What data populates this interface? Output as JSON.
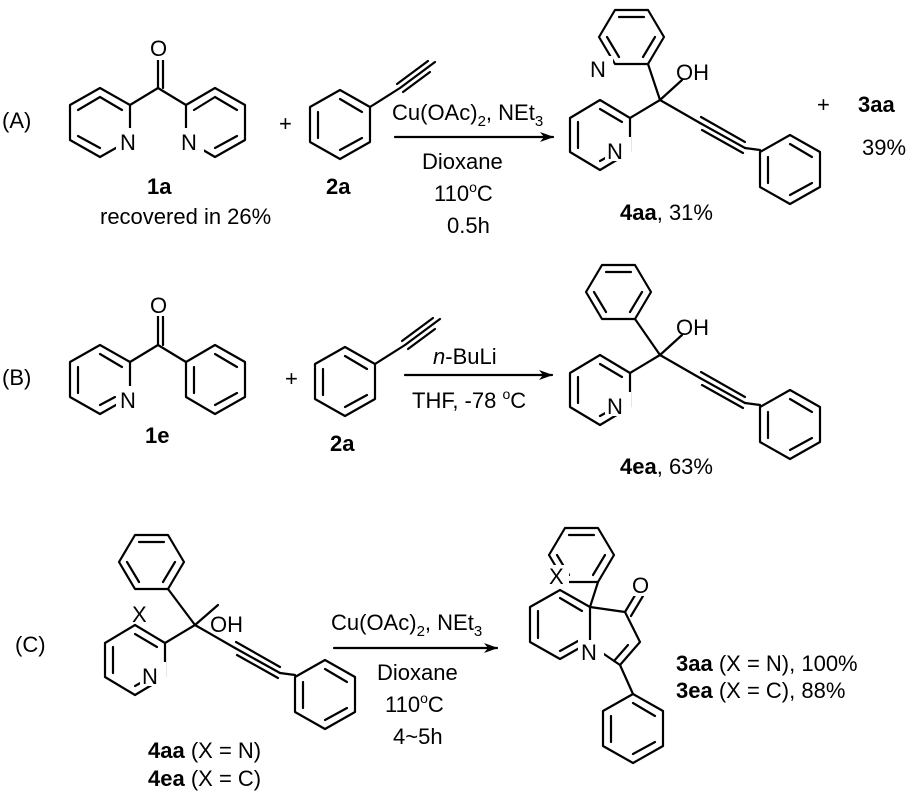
{
  "scheme_A": {
    "label": "(A)",
    "reactant1": {
      "id": "1a",
      "note": "recovered in 26%"
    },
    "plus1": "+",
    "reactant2": {
      "id": "2a"
    },
    "conditions": {
      "reagent_main": "Cu(OAc)",
      "reagent_sub": "2",
      "reagent_tail": ", NEt",
      "reagent_tail_sub": "3",
      "solvent": "Dioxane",
      "temp_num": "110",
      "temp_sup": "o",
      "temp_unit": "C",
      "time": "0.5h"
    },
    "product": {
      "id": "4aa",
      "yield": ", 31%"
    },
    "plus2": "+",
    "byproduct": {
      "id": "3aa",
      "yield": "39%"
    }
  },
  "scheme_B": {
    "label": "(B)",
    "reactant1": {
      "id": "1e"
    },
    "plus": "+",
    "reactant2": {
      "id": "2a"
    },
    "conditions": {
      "reagent_italic": "n",
      "reagent_rest": "-BuLi",
      "line2_pre": "THF, -78 ",
      "line2_sup": "o",
      "line2_unit": "C"
    },
    "product": {
      "id": "4ea",
      "yield": ", 63%"
    }
  },
  "scheme_C": {
    "label": "(C)",
    "reactant": {
      "id1": "4aa",
      "x1": " (X = N)",
      "id2": "4ea",
      "x2": " (X = C)"
    },
    "conditions": {
      "reagent_main": "Cu(OAc)",
      "reagent_sub": "2",
      "reagent_tail": ", NEt",
      "reagent_tail_sub": "3",
      "solvent": "Dioxane",
      "temp_num": "110",
      "temp_sup": "o",
      "temp_unit": "C",
      "time": "4~5h"
    },
    "products": [
      {
        "id": "3aa",
        "desc": " (X = N), 100%"
      },
      {
        "id": "3ea",
        "desc": " (X = C), 88%"
      }
    ]
  },
  "atoms": {
    "N": "N",
    "O": "O",
    "OH": "OH",
    "X": "X"
  }
}
